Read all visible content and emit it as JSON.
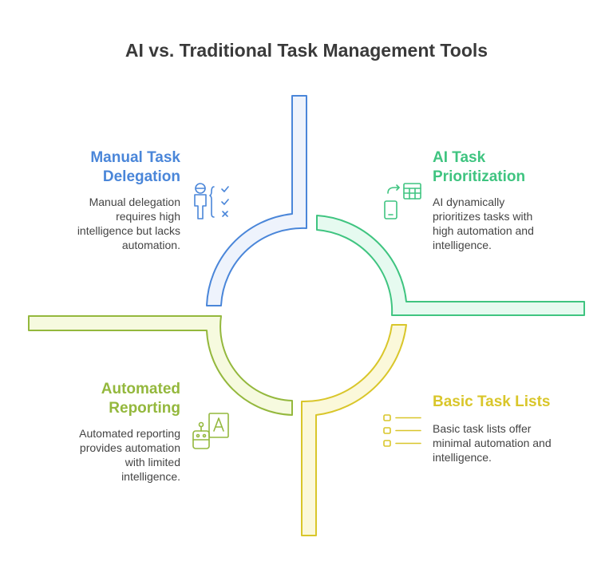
{
  "title": "AI vs. Traditional Task Management Tools",
  "colors": {
    "blue": "#4A86D9",
    "green": "#3FC480",
    "olive": "#94B83D",
    "yellow": "#D9C62A"
  },
  "quadrants": [
    {
      "id": "manual",
      "heading_lines": [
        "Manual Task",
        "Delegation"
      ],
      "body_lines": [
        "Manual delegation",
        "requires high",
        "intelligence but lacks",
        "automation."
      ],
      "icon": "person-checklist-icon"
    },
    {
      "id": "ai",
      "heading_lines": [
        "AI Task",
        "Prioritization"
      ],
      "body_lines": [
        "AI dynamically",
        "prioritizes tasks with",
        "high automation and",
        "intelligence."
      ],
      "icon": "phone-table-sync-icon"
    },
    {
      "id": "reporting",
      "heading_lines": [
        "Automated",
        "Reporting"
      ],
      "body_lines": [
        "Automated reporting",
        "provides automation",
        "with limited",
        "intelligence."
      ],
      "icon": "robot-document-icon"
    },
    {
      "id": "basic",
      "heading_lines": [
        "Basic Task Lists"
      ],
      "body_lines": [
        "Basic task lists offer",
        "minimal automation and",
        "intelligence."
      ],
      "icon": "list-icon"
    }
  ]
}
